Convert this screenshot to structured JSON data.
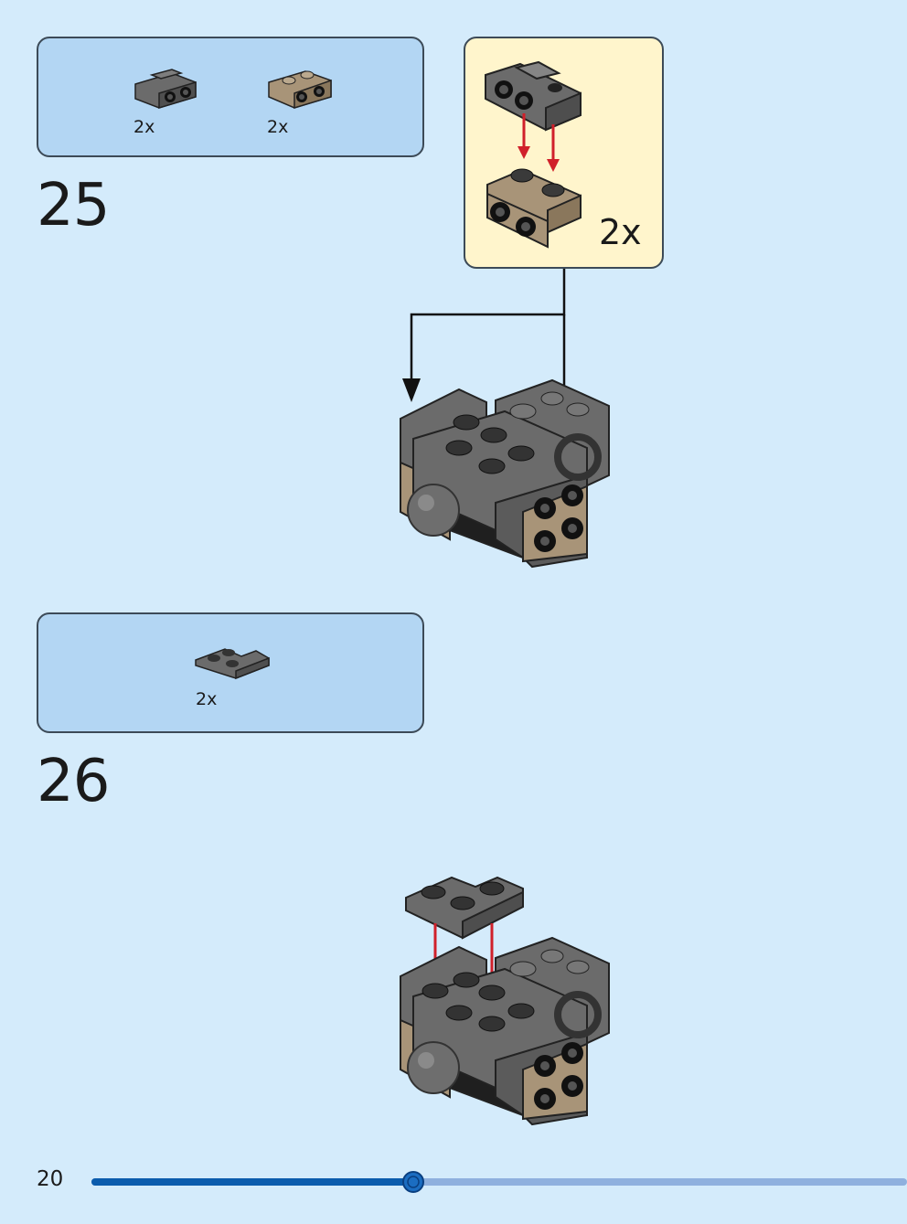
{
  "page": {
    "number": "20",
    "progress": 0.395
  },
  "steps": [
    {
      "number": "25",
      "parts": [
        {
          "name": "dark-gray-bracket",
          "qty": "2x",
          "color": "#6b6b6b"
        },
        {
          "name": "tan-bracket",
          "qty": "2x",
          "color": "#a89478"
        }
      ],
      "subassembly": {
        "qty": "2x"
      }
    },
    {
      "number": "26",
      "parts": [
        {
          "name": "dark-gray-corner-plate",
          "qty": "2x",
          "color": "#6b6b6b"
        }
      ]
    }
  ],
  "colors": {
    "background": "#d4ebfb",
    "parts_box": "#b3d6f3",
    "subassembly_box": "#fff5cc",
    "arrow_red": "#d0202a",
    "brick_gray": "#6b6b6b",
    "brick_tan": "#a89478",
    "progress_done": "#0b5cad",
    "progress_rest": "#8fb0de"
  }
}
